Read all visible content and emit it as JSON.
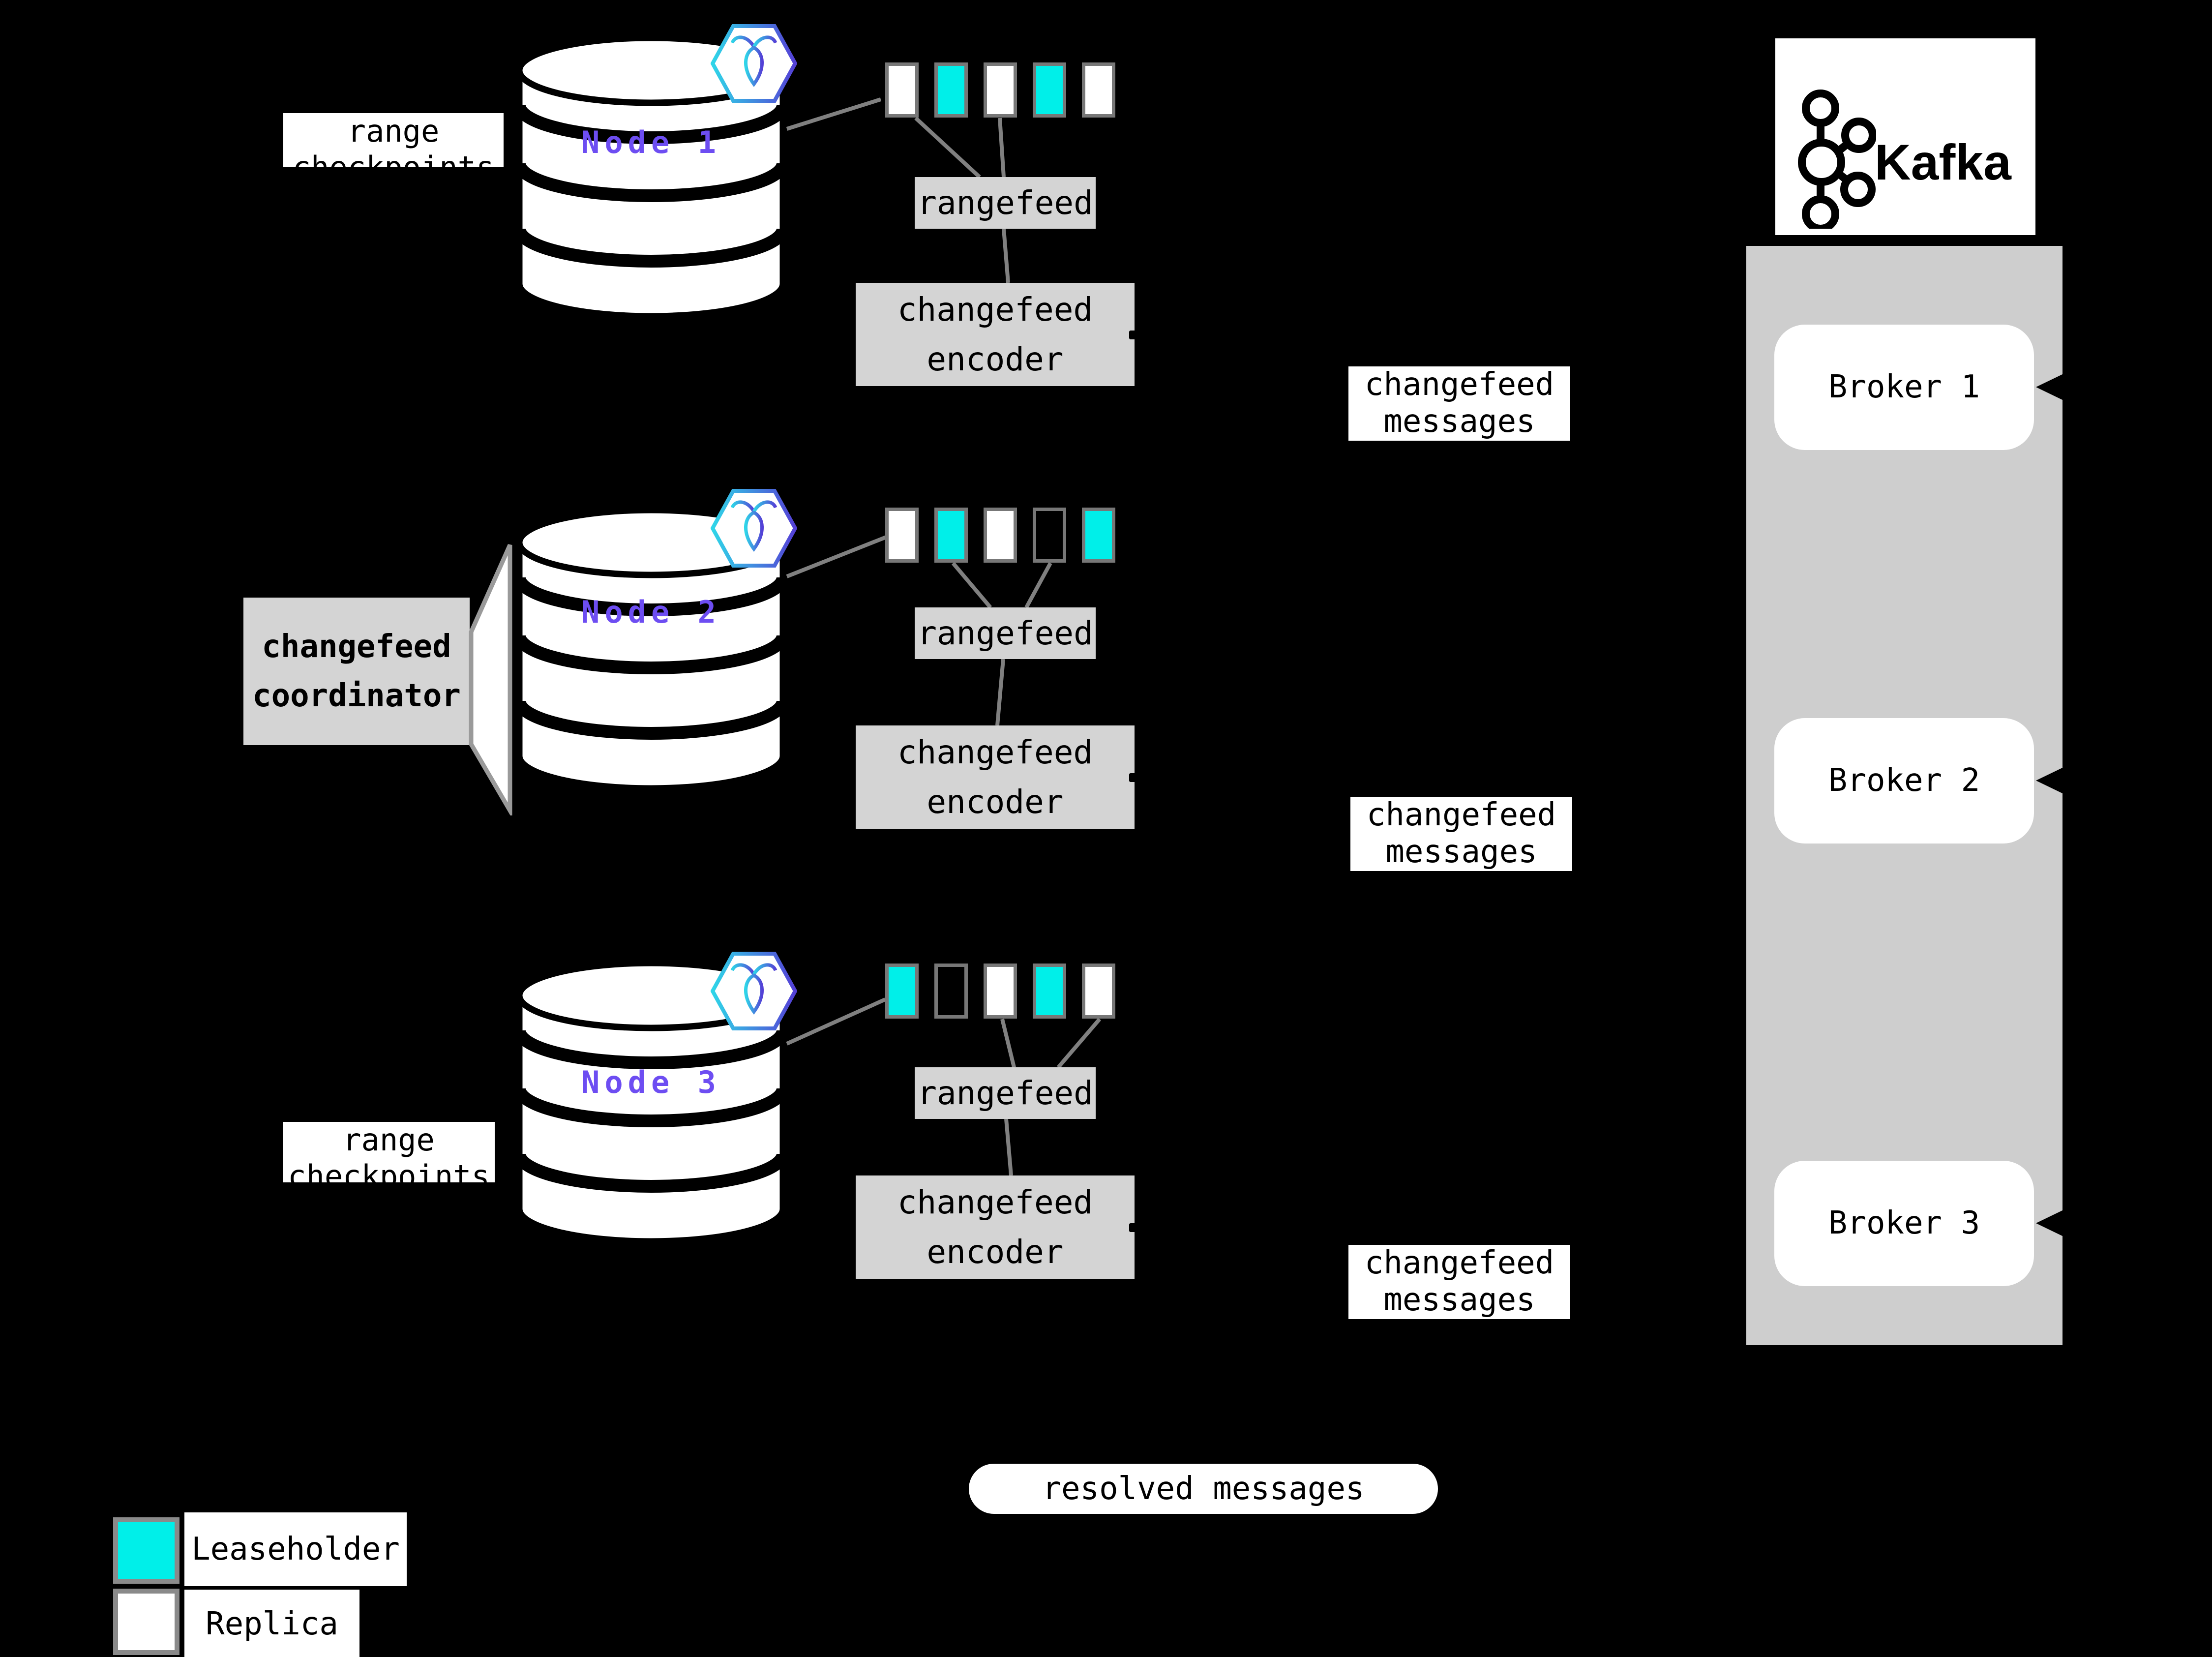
{
  "diagram": {
    "nodes": [
      {
        "name": "Node 1",
        "ranges": [
          "replica",
          "leaseholder",
          "replica",
          "leaseholder",
          "replica"
        ],
        "rangefeed": "rangefeed",
        "encoder": {
          "line1": "changefeed",
          "line2": "encoder"
        }
      },
      {
        "name": "Node 2",
        "ranges": [
          "replica",
          "leaseholder",
          "replica",
          "empty",
          "leaseholder"
        ],
        "rangefeed": "rangefeed",
        "encoder": {
          "line1": "changefeed",
          "line2": "encoder"
        }
      },
      {
        "name": "Node 3",
        "ranges": [
          "leaseholder",
          "empty",
          "replica",
          "leaseholder",
          "replica"
        ],
        "rangefeed": "rangefeed",
        "encoder": {
          "line1": "changefeed",
          "line2": "encoder"
        }
      }
    ],
    "range_checkpoints": {
      "line1": "range",
      "line2": "checkpoints"
    },
    "coordinator": {
      "line1": "changefeed",
      "line2": "coordinator"
    },
    "changefeed_messages": {
      "line1": "changefeed",
      "line2": "messages"
    },
    "resolved_messages": "resolved messages",
    "kafka": {
      "brand": "Kafka",
      "brokers": [
        "Broker 1",
        "Broker 2",
        "Broker 3"
      ]
    },
    "legend": {
      "leaseholder": "Leaseholder",
      "replica": "Replica"
    },
    "colors": {
      "background": "#000000",
      "leaseholder_cyan": "#00efe9",
      "replica_white": "#ffffff",
      "node_label_purple": "#6d4df2",
      "box_gray": "#d4d4d4",
      "kafka_container_gray": "#cecece",
      "connector_gray": "#808080",
      "square_border_gray": "#777777",
      "crdb_hex_gradient_start": "#2fd5e8",
      "crdb_hex_gradient_end": "#5440d6"
    }
  }
}
